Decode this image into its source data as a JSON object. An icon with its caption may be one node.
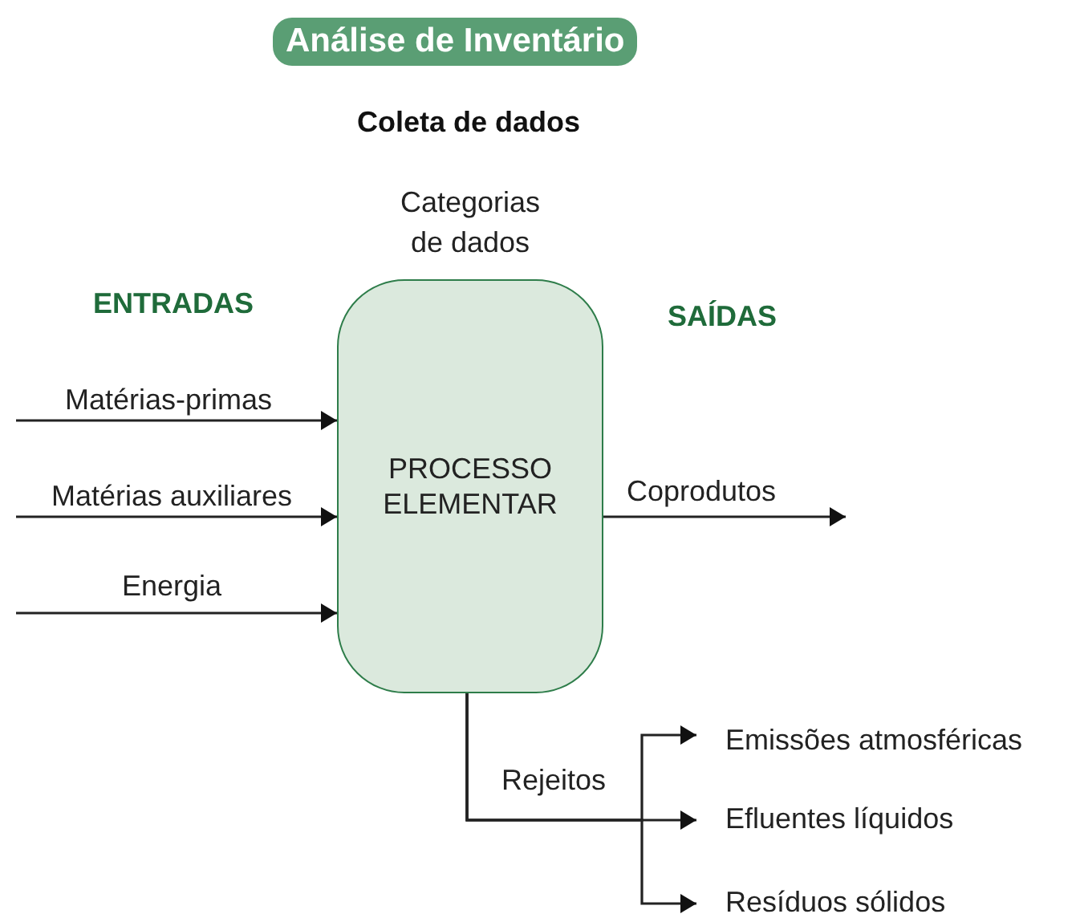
{
  "diagram": {
    "title": "Análise de Inventário",
    "nodes": [
      {
        "text": [
          "PROCESSO ELEMENTAR"
        ],
        "beside": [
          "Categorias de dados"
        ]
      },
      {
        "text": [
          "Emissões atmosféricas"
        ]
      },
      {
        "text": [
          "Efluentes líquidos"
        ]
      },
      {
        "text": [
          "Resíduos sólidos"
        ]
      }
    ],
    "edges": [
      {
        "from": null,
        "to": 0,
        "arrow": "to",
        "label": "Matérias-primas"
      },
      {
        "from": null,
        "to": 0,
        "arrow": "to",
        "label": "Matérias auxiliares"
      },
      {
        "from": null,
        "to": 0,
        "arrow": "to",
        "label": "Energia"
      },
      {
        "from": 0,
        "to": null,
        "arrow": "to",
        "label": "Coprodutos"
      },
      {
        "from": 0,
        "to": 1,
        "arrow": "to"
      },
      {
        "from": 0,
        "to": 2,
        "arrow": "to",
        "label": "Rejeitos"
      },
      {
        "from": 0,
        "to": 3,
        "arrow": "to"
      }
    ],
    "labels": [
      "Coleta de dados",
      "ENTRADAS",
      "SAÍDAS"
    ]
  }
}
